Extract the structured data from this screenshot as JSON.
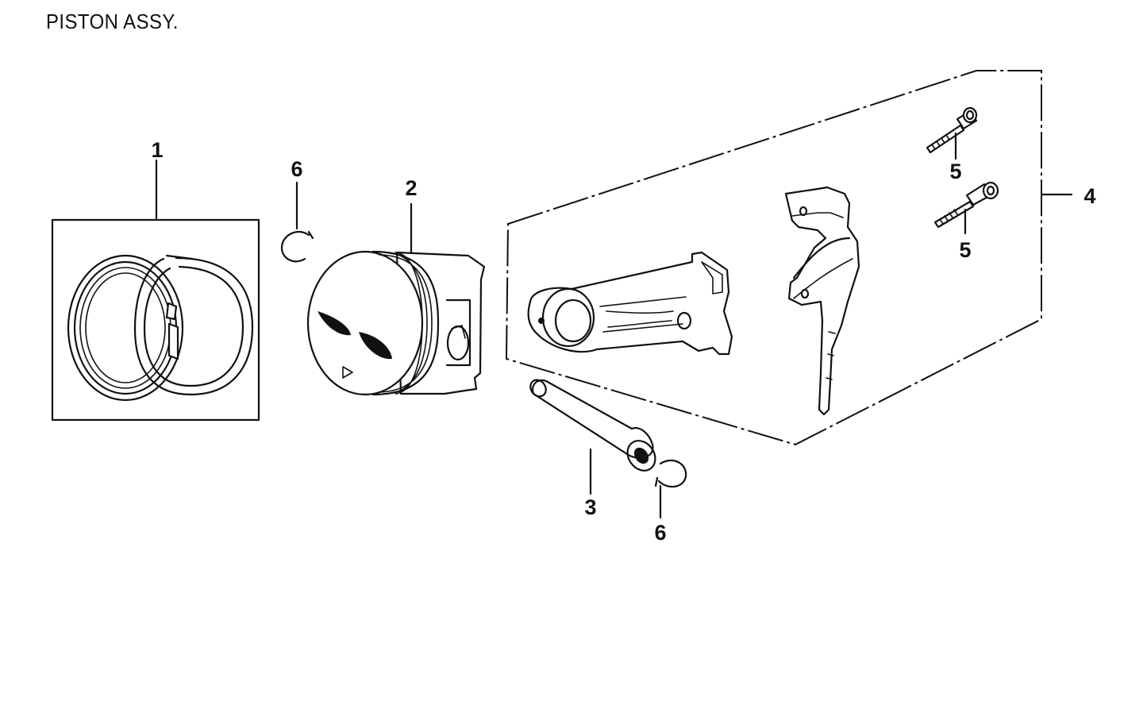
{
  "title": "PISTON ASSY.",
  "callouts": {
    "ring_set": "1",
    "piston": "2",
    "piston_pin": "3",
    "conrod_assy": "4",
    "bolt_upper": "5",
    "bolt_lower": "5",
    "clip_upper": "6",
    "clip_lower": "6"
  }
}
